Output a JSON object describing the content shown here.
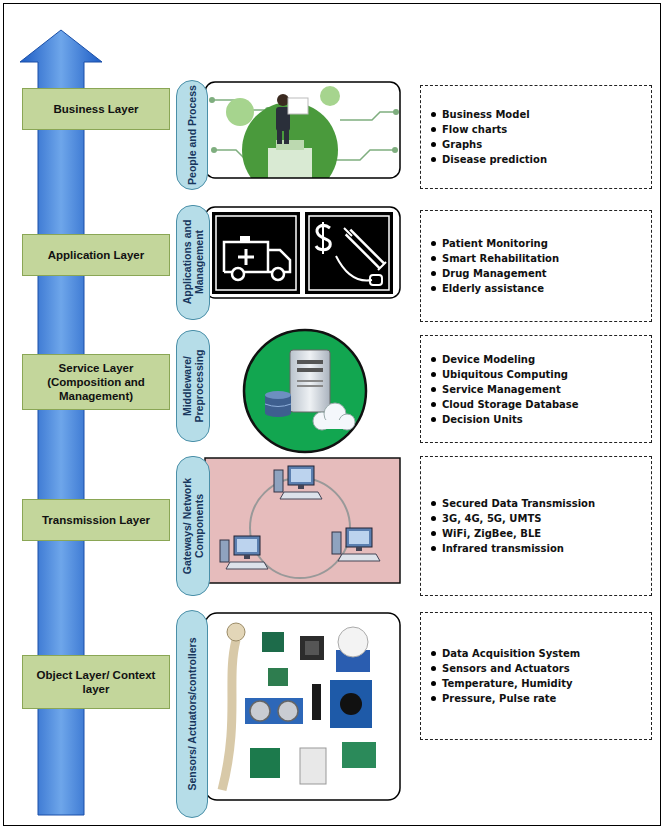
{
  "diagram": {
    "nodes": [
      {
        "text": [
          "Business Layer"
        ]
      },
      {
        "text": [
          "People and Process"
        ]
      },
      {
        "text": [
          "Business Model",
          "Flow charts",
          "Graphs",
          "Disease prediction"
        ]
      },
      {
        "text": [
          "Application Layer"
        ]
      },
      {
        "text": [
          "Applications and Management"
        ]
      },
      {
        "text": [
          "Patient Monitoring",
          "Smart Rehabilitation",
          "Drug Management",
          "Elderly assistance"
        ]
      },
      {
        "text": [
          "Service Layer (Composition and Management)"
        ]
      },
      {
        "text": [
          "Middleware/ Preprocessing"
        ]
      },
      {
        "text": [
          "Device Modeling",
          "Ubiquitous Computing",
          "Service Management",
          "Cloud Storage Database",
          "Decision Units"
        ]
      },
      {
        "text": [
          "Transmission Layer"
        ]
      },
      {
        "text": [
          "Gateways/ Network Components"
        ]
      },
      {
        "text": [
          "Secured Data Transmission",
          "3G, 4G, 5G, UMTS",
          "WiFi, ZigBee, BLE",
          "Infrared transmission"
        ]
      },
      {
        "text": [
          "Object Layer/ Context layer"
        ]
      },
      {
        "text": [
          "Sensors/ Actuators/controllers"
        ]
      },
      {
        "text": [
          "Data Acquisition System",
          "Sensors and Actuators",
          "Temperature, Humidity",
          "Pressure, Pulse rate"
        ]
      }
    ]
  }
}
